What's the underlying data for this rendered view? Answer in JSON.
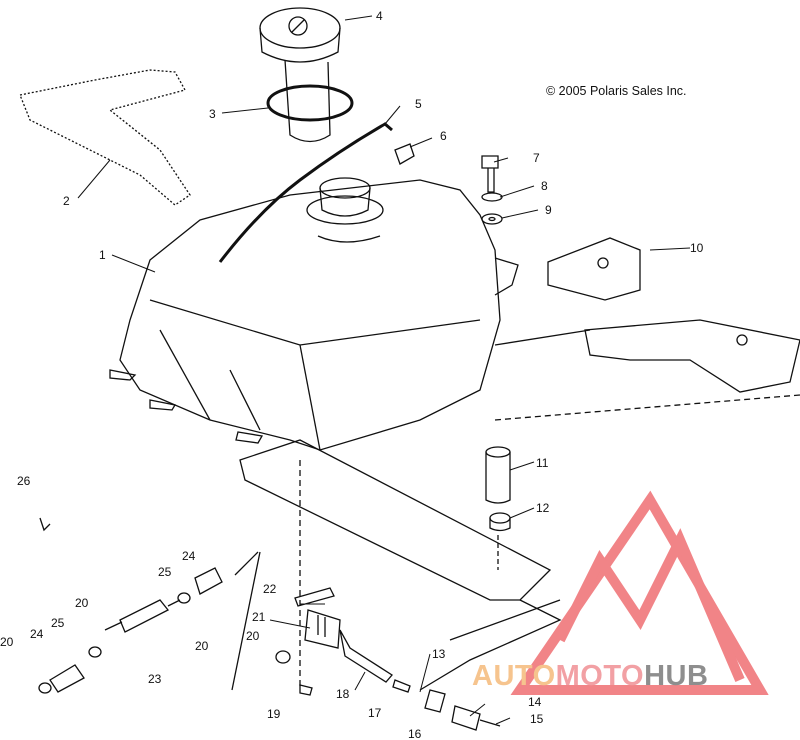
{
  "copyright": "© 2005 Polaris Sales Inc.",
  "watermark": {
    "part1": "AUTO",
    "part2": "MOTO",
    "part3": "HUB",
    "colors": {
      "auto": "#f6c48e",
      "moto": "#f2a0a4",
      "hub": "#8e8e8e",
      "triangle": "#ef6f73"
    }
  },
  "callouts": [
    "1",
    "2",
    "3",
    "4",
    "5",
    "6",
    "7",
    "8",
    "9",
    "10",
    "11",
    "12",
    "13",
    "14",
    "15",
    "16",
    "17",
    "18",
    "19",
    "20",
    "20",
    "20",
    "20",
    "21",
    "22",
    "23",
    "24",
    "24",
    "25",
    "25",
    "26"
  ]
}
